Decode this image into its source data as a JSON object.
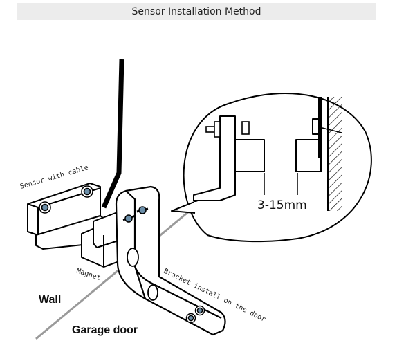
{
  "title": "Sensor Installation Method",
  "labels": {
    "sensor": "Sensor with cable",
    "magnet": "Magnet",
    "bracket": "Bracket install on the door",
    "wall": "Wall",
    "garage_door": "Garage door",
    "gap": "3-15mm"
  }
}
